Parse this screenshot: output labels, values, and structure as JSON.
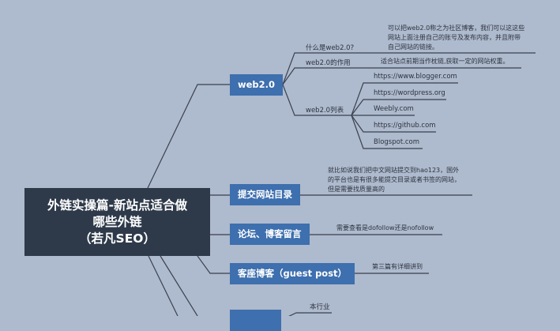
{
  "central": {
    "title": "外链实操篇-新站点适合做\n哪些外链\n（若凡SEO）"
  },
  "branches": [
    {
      "label": "web2.0",
      "children": [
        {
          "label": "什么是web2.0?",
          "note": "可以把web2.0称之为社区博客，我们可以这这些\n网站上面注册自己的账号及发布内容，并且附带\n自己网站的链接。"
        },
        {
          "label": "web2.0的作用",
          "note": "适合站点前期当作枕链,获取一定的网站权重。"
        },
        {
          "label": "web2.0列表",
          "items": [
            "https://www.blogger.com",
            "https://wordpress.org",
            "Weebly.com",
            "https://github.com",
            "Blogspot.com"
          ]
        }
      ]
    },
    {
      "label": "提交网站目录",
      "note": "就比如说我们把中文网站提交到hao123，国外\n的平台也是有很多能提交目录或者书签的网站，\n但是需要找质量高的"
    },
    {
      "label": "论坛、博客留言",
      "note": "需要查看是dofollow还是nofollow"
    },
    {
      "label": "客座博客（guest post）",
      "note": "第三篇有详细讲到"
    },
    {
      "label": "",
      "children": [
        {
          "label": "本行业"
        }
      ]
    }
  ],
  "colors": {
    "background": "#aebacd",
    "central": "#2e3a4a",
    "node": "#3e6fae",
    "line": "#3a4250"
  }
}
